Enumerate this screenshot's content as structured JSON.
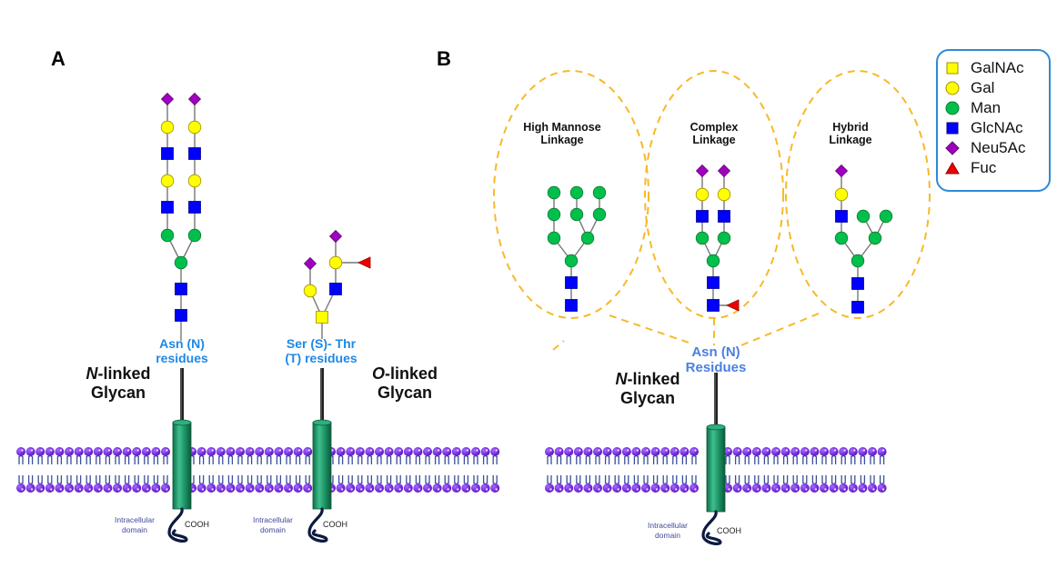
{
  "colors": {
    "galnac": "#ffff00",
    "gal": "#ffff00",
    "man": "#00c04b",
    "glcnac": "#0000ff",
    "neu5ac": "#a000c0",
    "fuc": "#ee0000",
    "residue_text": "#1e88e5",
    "ellipse_dash": "#f7b928",
    "legend_border": "#2d8ad6",
    "lipid_head": "#7b2fe0",
    "lipid_tail": "#3a4f9c",
    "protein": "#1f9a6a"
  },
  "legend": {
    "items": [
      {
        "symbol": "square",
        "color_key": "galnac",
        "label": "GalNAc"
      },
      {
        "symbol": "circle",
        "color_key": "gal",
        "label": "Gal"
      },
      {
        "symbol": "circle",
        "color_key": "man",
        "label": "Man"
      },
      {
        "symbol": "square",
        "color_key": "glcnac",
        "label": "GlcNAc"
      },
      {
        "symbol": "diamond",
        "color_key": "neu5ac",
        "label": "Neu5Ac"
      },
      {
        "symbol": "triangle",
        "color_key": "fuc",
        "label": "Fuc"
      }
    ]
  },
  "panel_a": {
    "letter": "A",
    "n_glycan": {
      "label_prefix": "N",
      "label_suffix": "-linked",
      "label_line2": "Glycan",
      "residue_line1": "Asn (N)",
      "residue_line2": "residues",
      "structure": "NeuAc-Gal-GlcNAc-Gal-GlcNAc-Man (x2 branches) - Man - GlcNAc - GlcNAc"
    },
    "o_glycan": {
      "label_prefix": "O",
      "label_suffix": "-linked",
      "label_line2": "Glycan",
      "residue_line1": "Ser (S)- Thr",
      "residue_line2": "(T) residues",
      "structure": "NeuAc-Gal / NeuAc-Gal(Fuc)-GlcNAc - GalNAc"
    },
    "intracellular_line1": "Intracellular",
    "intracellular_line2": "domain",
    "cooh": "COOH"
  },
  "panel_b": {
    "letter": "B",
    "linkages": [
      {
        "title_line1": "High Mannose",
        "title_line2": "Linkage"
      },
      {
        "title_line1": "Complex",
        "title_line2": "Linkage"
      },
      {
        "title_line1": "Hybrid",
        "title_line2": "Linkage"
      }
    ],
    "residue_line1": "Asn (N)",
    "residue_line2": "Residues",
    "glycan_prefix": "N",
    "glycan_suffix": "-linked",
    "glycan_line2": "Glycan",
    "intracellular_line1": "Intracellular",
    "intracellular_line2": "domain",
    "cooh": "COOH"
  }
}
